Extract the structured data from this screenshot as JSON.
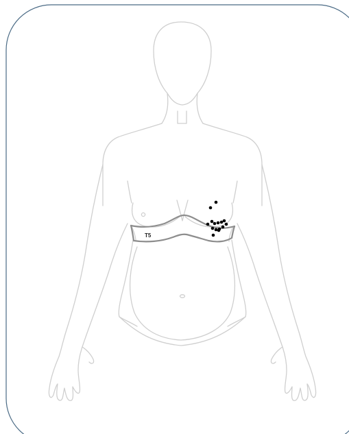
{
  "band": {
    "label": "T5"
  },
  "dots": [
    [
      315,
      295
    ],
    [
      307,
      303
    ],
    [
      303,
      327
    ],
    [
      309,
      323
    ],
    [
      313,
      326
    ],
    [
      318,
      325
    ],
    [
      323,
      324
    ],
    [
      327,
      322
    ],
    [
      330,
      327
    ],
    [
      310,
      333
    ],
    [
      315,
      335
    ],
    [
      320,
      334
    ],
    [
      325,
      331
    ],
    [
      319,
      336
    ],
    [
      311,
      343
    ]
  ],
  "colors": {
    "frame": "#4a6a85",
    "body_outline": "#cfcfcf",
    "dermatome_band": "#8d8d8d",
    "dots": "#000000"
  }
}
